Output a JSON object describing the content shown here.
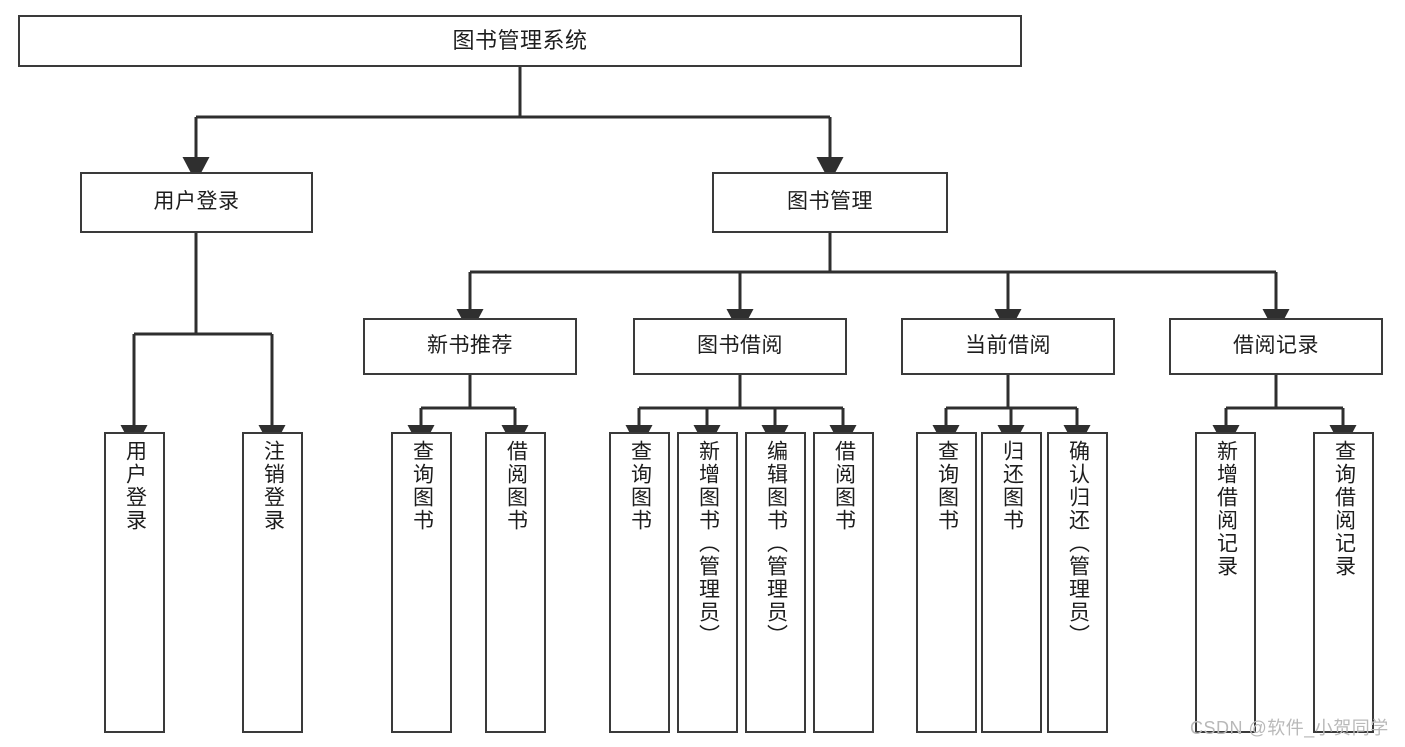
{
  "diagram": {
    "type": "tree-hierarchy-diagram",
    "title": "图书管理系统",
    "stroke_color": "#3a3a3a",
    "text_color": "#1d1d1d",
    "background_color": "#ffffff",
    "root": {
      "id": "root",
      "label": "图书管理系统",
      "orientation": "horizontal"
    },
    "level2": [
      {
        "id": "user-login",
        "label": "用户登录",
        "orientation": "horizontal"
      },
      {
        "id": "book-management",
        "label": "图书管理",
        "orientation": "horizontal"
      }
    ],
    "level3": [
      {
        "id": "new-book-recommend",
        "label": "新书推荐",
        "orientation": "horizontal",
        "parent": "book-management"
      },
      {
        "id": "book-borrow",
        "label": "图书借阅",
        "orientation": "horizontal",
        "parent": "book-management"
      },
      {
        "id": "current-borrow",
        "label": "当前借阅",
        "orientation": "horizontal",
        "parent": "book-management"
      },
      {
        "id": "borrow-record",
        "label": "借阅记录",
        "orientation": "horizontal",
        "parent": "book-management"
      }
    ],
    "leaves": [
      {
        "id": "leaf-user-login",
        "label": "用户登录",
        "parent": "user-login"
      },
      {
        "id": "leaf-logout-login",
        "label": "注销登录",
        "parent": "user-login"
      },
      {
        "id": "leaf-query-book-1",
        "label": "查询图书",
        "parent": "new-book-recommend"
      },
      {
        "id": "leaf-borrow-book-1",
        "label": "借阅图书",
        "parent": "new-book-recommend"
      },
      {
        "id": "leaf-query-book-2",
        "label": "查询图书",
        "parent": "book-borrow"
      },
      {
        "id": "leaf-add-book",
        "label": "新增图书（管理员）",
        "parent": "book-borrow"
      },
      {
        "id": "leaf-edit-book",
        "label": "编辑图书（管理员）",
        "parent": "book-borrow"
      },
      {
        "id": "leaf-borrow-book-2",
        "label": "借阅图书",
        "parent": "book-borrow"
      },
      {
        "id": "leaf-query-book-3",
        "label": "查询图书",
        "parent": "current-borrow"
      },
      {
        "id": "leaf-return-book",
        "label": "归还图书",
        "parent": "current-borrow"
      },
      {
        "id": "leaf-confirm-return",
        "label": "确认归还（管理员）",
        "parent": "current-borrow"
      },
      {
        "id": "leaf-add-record",
        "label": "新增借阅记录",
        "parent": "borrow-record"
      },
      {
        "id": "leaf-query-record",
        "label": "查询借阅记录",
        "parent": "borrow-record"
      }
    ]
  },
  "watermark": {
    "text": "CSDN @软件_小贺同学"
  }
}
